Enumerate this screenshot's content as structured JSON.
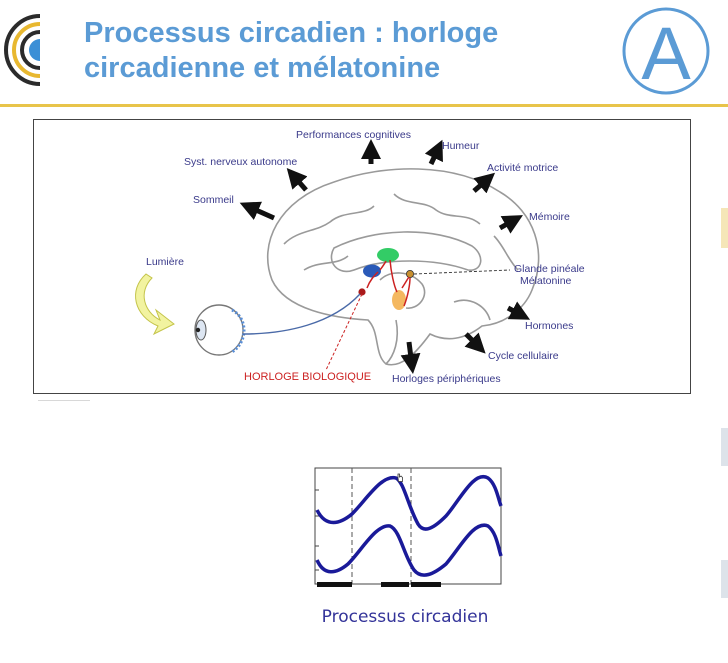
{
  "header": {
    "title_line1": "Processus circadien : horloge",
    "title_line2": "circadienne et mélatonine",
    "badge_letter": "A"
  },
  "colors": {
    "title": "#5b9bd5",
    "rule": "#e8c44a",
    "label_text": "#3a3a8a",
    "clock_label": "#cc2222",
    "curve": "#1a1a99"
  },
  "diagram": {
    "labels": {
      "performances": "Performances cognitives",
      "humeur": "Humeur",
      "syst_nerveux": "Syst. nerveux autonome",
      "activite": "Activité motrice",
      "sommeil": "Sommeil",
      "memoire": "Mémoire",
      "lumiere": "Lumière",
      "glande": "Glande pinéale",
      "melatonine": "Mélatonine",
      "hormones": "Hormones",
      "cycle": "Cycle cellulaire",
      "horloge_bio": "HORLOGE BIOLOGIQUE",
      "horloges_periph": "Horloges périphériques"
    }
  },
  "figure2": {
    "caption": "Processus circadien",
    "series_count": 2
  }
}
